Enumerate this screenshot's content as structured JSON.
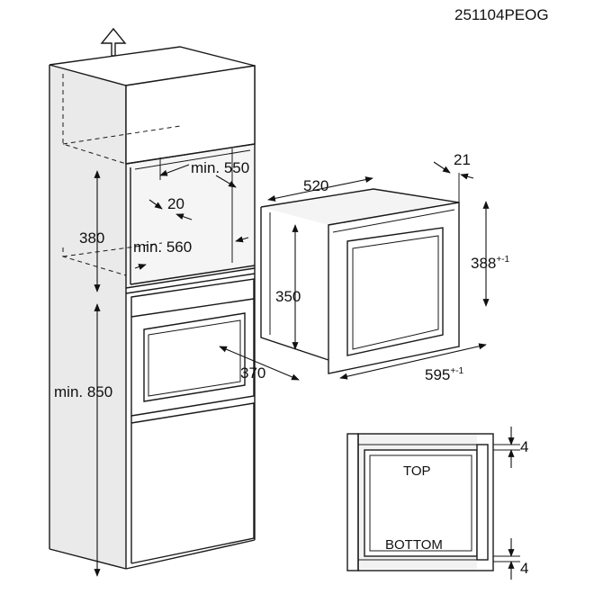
{
  "document_code": "251104PEOG",
  "dimensions": {
    "cabinet_depth_min": "min. 550",
    "vent_gap": "20",
    "niche_height": "380",
    "niche_width_min": "min. 560",
    "base_height_min": "min. 850",
    "appliance_depth": "520",
    "front_thickness": "21",
    "appliance_height": "350",
    "front_height": "388",
    "front_height_tol": "+-1",
    "front_width": "595",
    "front_width_tol": "+-1",
    "cutout_depth": "370",
    "gap_top": "4",
    "gap_bottom": "4"
  },
  "labels": {
    "top": "TOP",
    "bottom": "BOTTOM"
  },
  "icons": {
    "airflow": "up-arrow-icon"
  }
}
